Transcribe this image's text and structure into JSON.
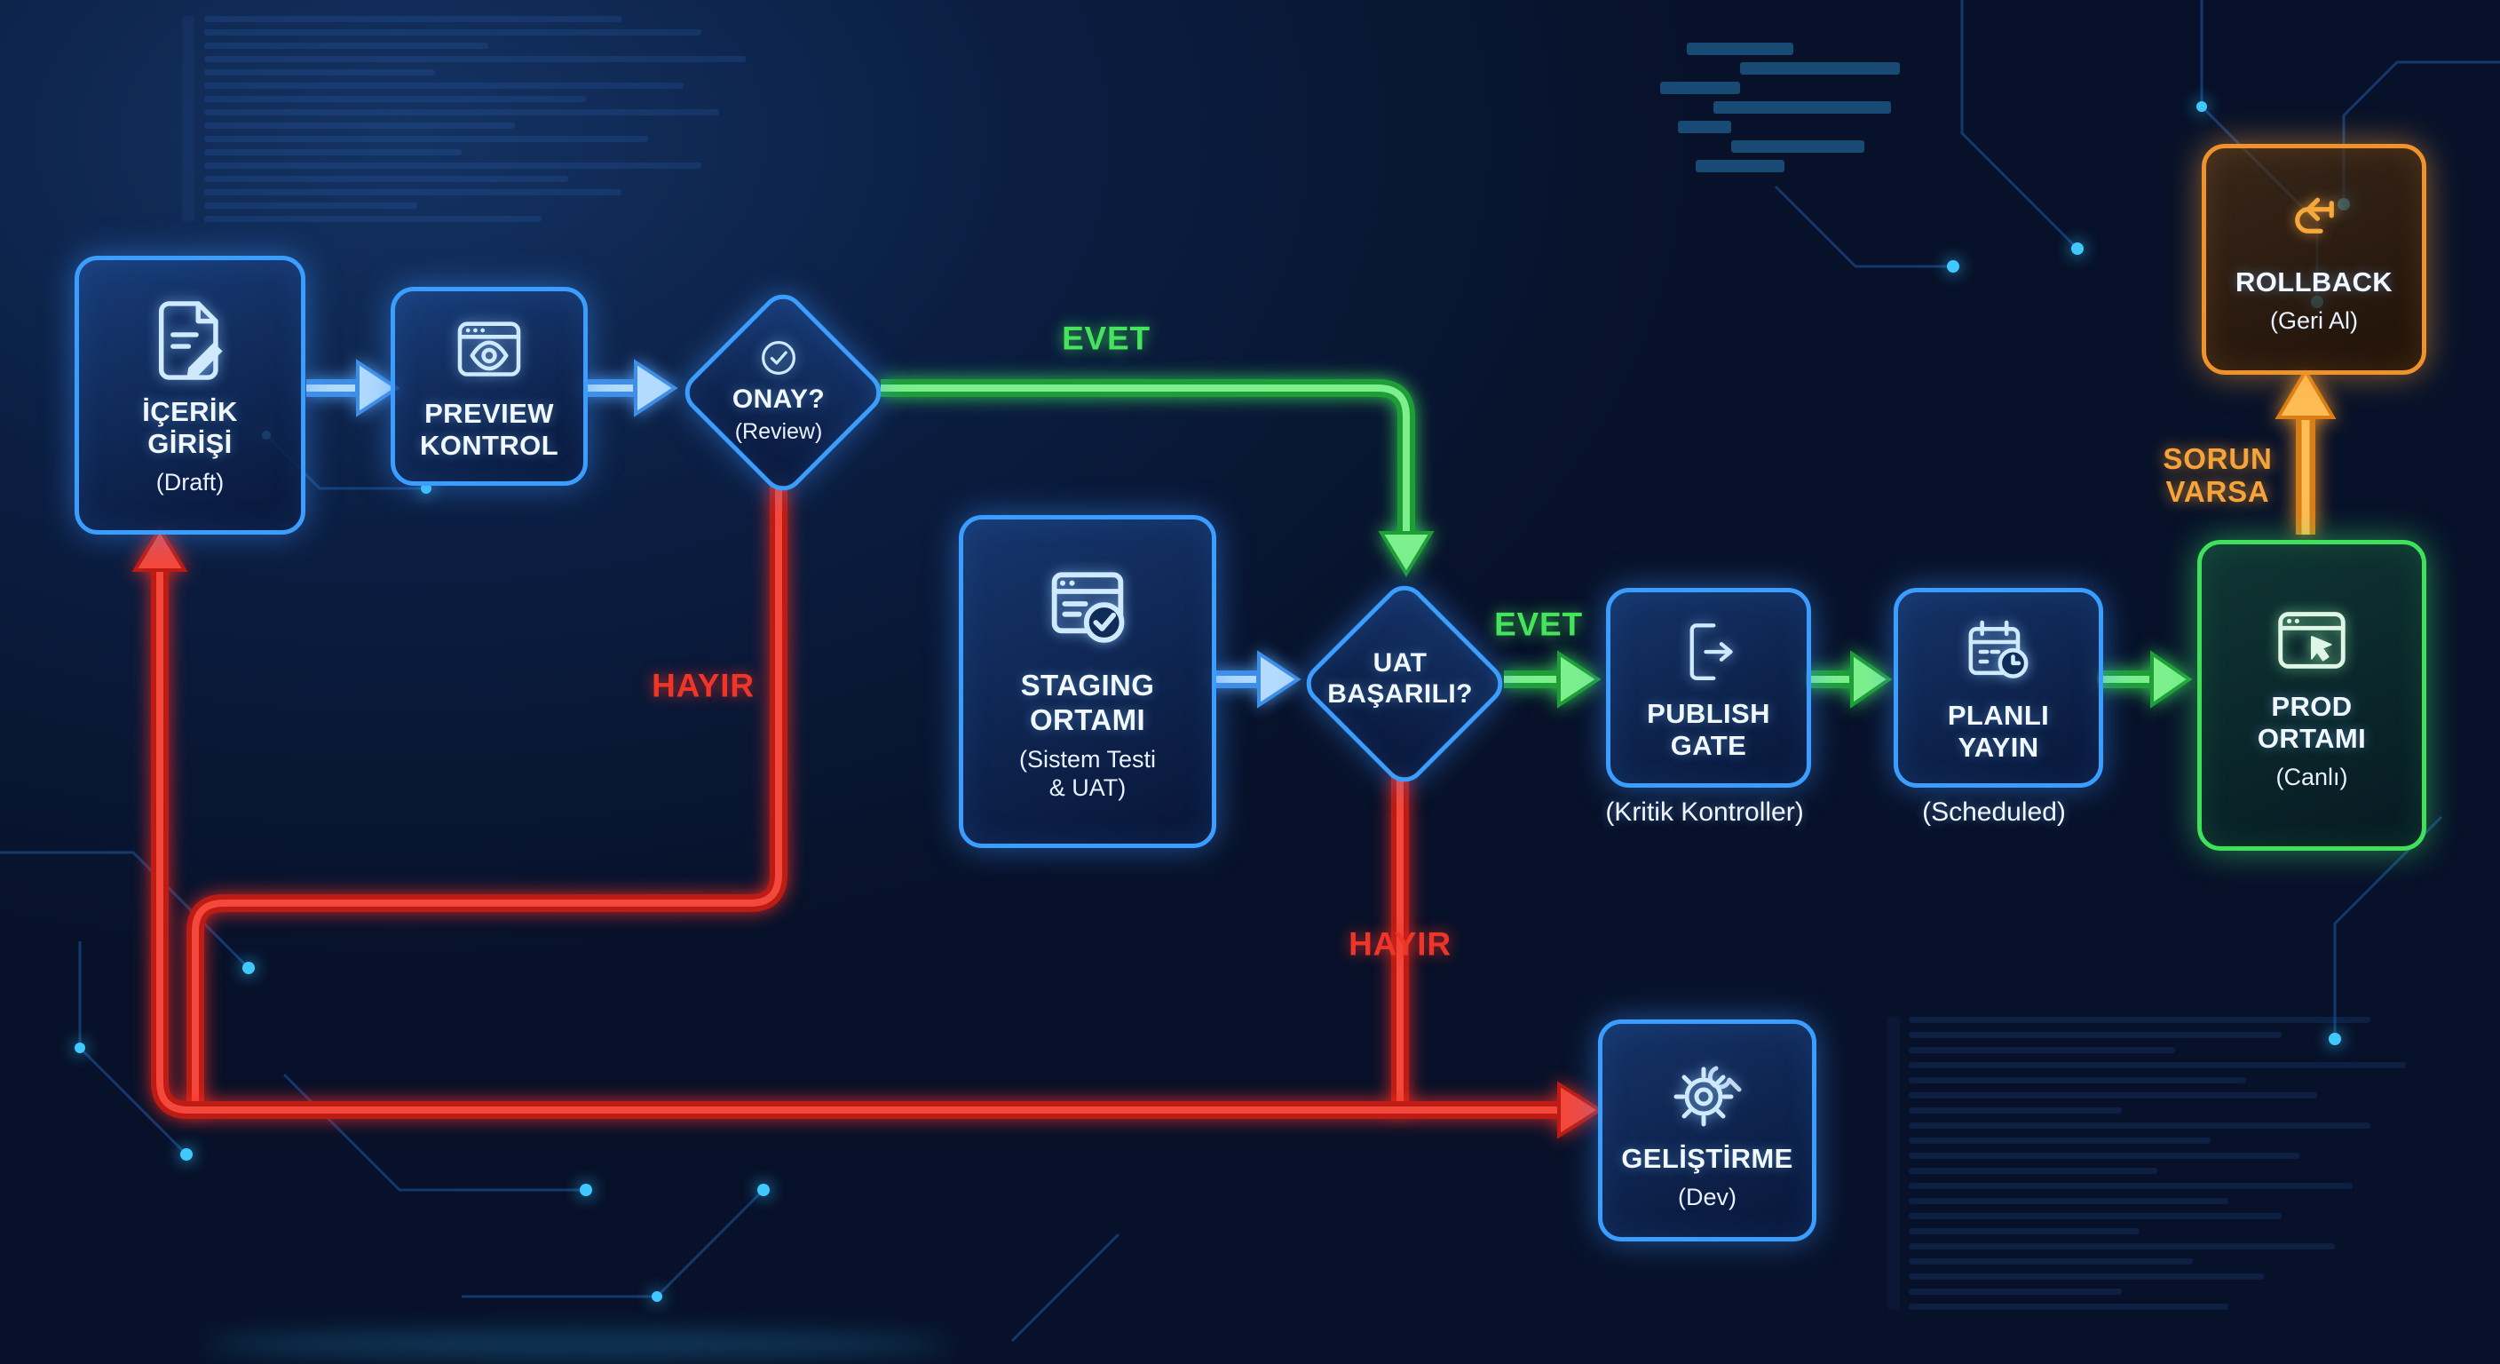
{
  "diagram": {
    "title_hint": "Content publishing pipeline flowchart",
    "nodes": {
      "icerik": {
        "title": "İÇERİK\nGİRİŞİ",
        "subtitle": "(Draft)",
        "icon": "document-edit-icon"
      },
      "preview": {
        "title": "PREVIEW\nKONTROL",
        "icon": "browser-eye-icon"
      },
      "onay": {
        "title": "ONAY?",
        "subtitle": "(Review)",
        "icon": "check-circle-icon"
      },
      "staging": {
        "title": "STAGING\nORTAMI",
        "subtitle": "(Sistem Testi\n& UAT)",
        "icon": "server-check-icon"
      },
      "uat": {
        "title": "UAT\nBAŞARILI?"
      },
      "publish": {
        "title": "PUBLISH\nGATE",
        "caption": "(Kritik Kontroller)",
        "icon": "gate-exit-icon"
      },
      "planli": {
        "title": "PLANLI\nYAYIN",
        "caption": "(Scheduled)",
        "icon": "calendar-clock-icon"
      },
      "prod": {
        "title": "PROD\nORTAMI",
        "subtitle": "(Canlı)",
        "icon": "browser-cursor-icon"
      },
      "rollback": {
        "title": "ROLLBACK",
        "subtitle": "(Geri Al)",
        "icon": "undo-arrow-icon"
      },
      "gelistirme": {
        "title": "GELİŞTİRME",
        "subtitle": "(Dev)",
        "icon": "gear-wrench-icon"
      }
    },
    "labels": {
      "evet_onay": "EVET",
      "evet_uat": "EVET",
      "hayir_onay": "HAYIR",
      "hayir_uat": "HAYIR",
      "sorun_varsa": "SORUN\nVARSA"
    },
    "colors": {
      "yes_green": "#3fe05a",
      "no_red": "#ef3528",
      "warn_orange": "#f0922b",
      "node_border_blue": "#3b9eff",
      "background_navy": "#0b1e42"
    }
  }
}
